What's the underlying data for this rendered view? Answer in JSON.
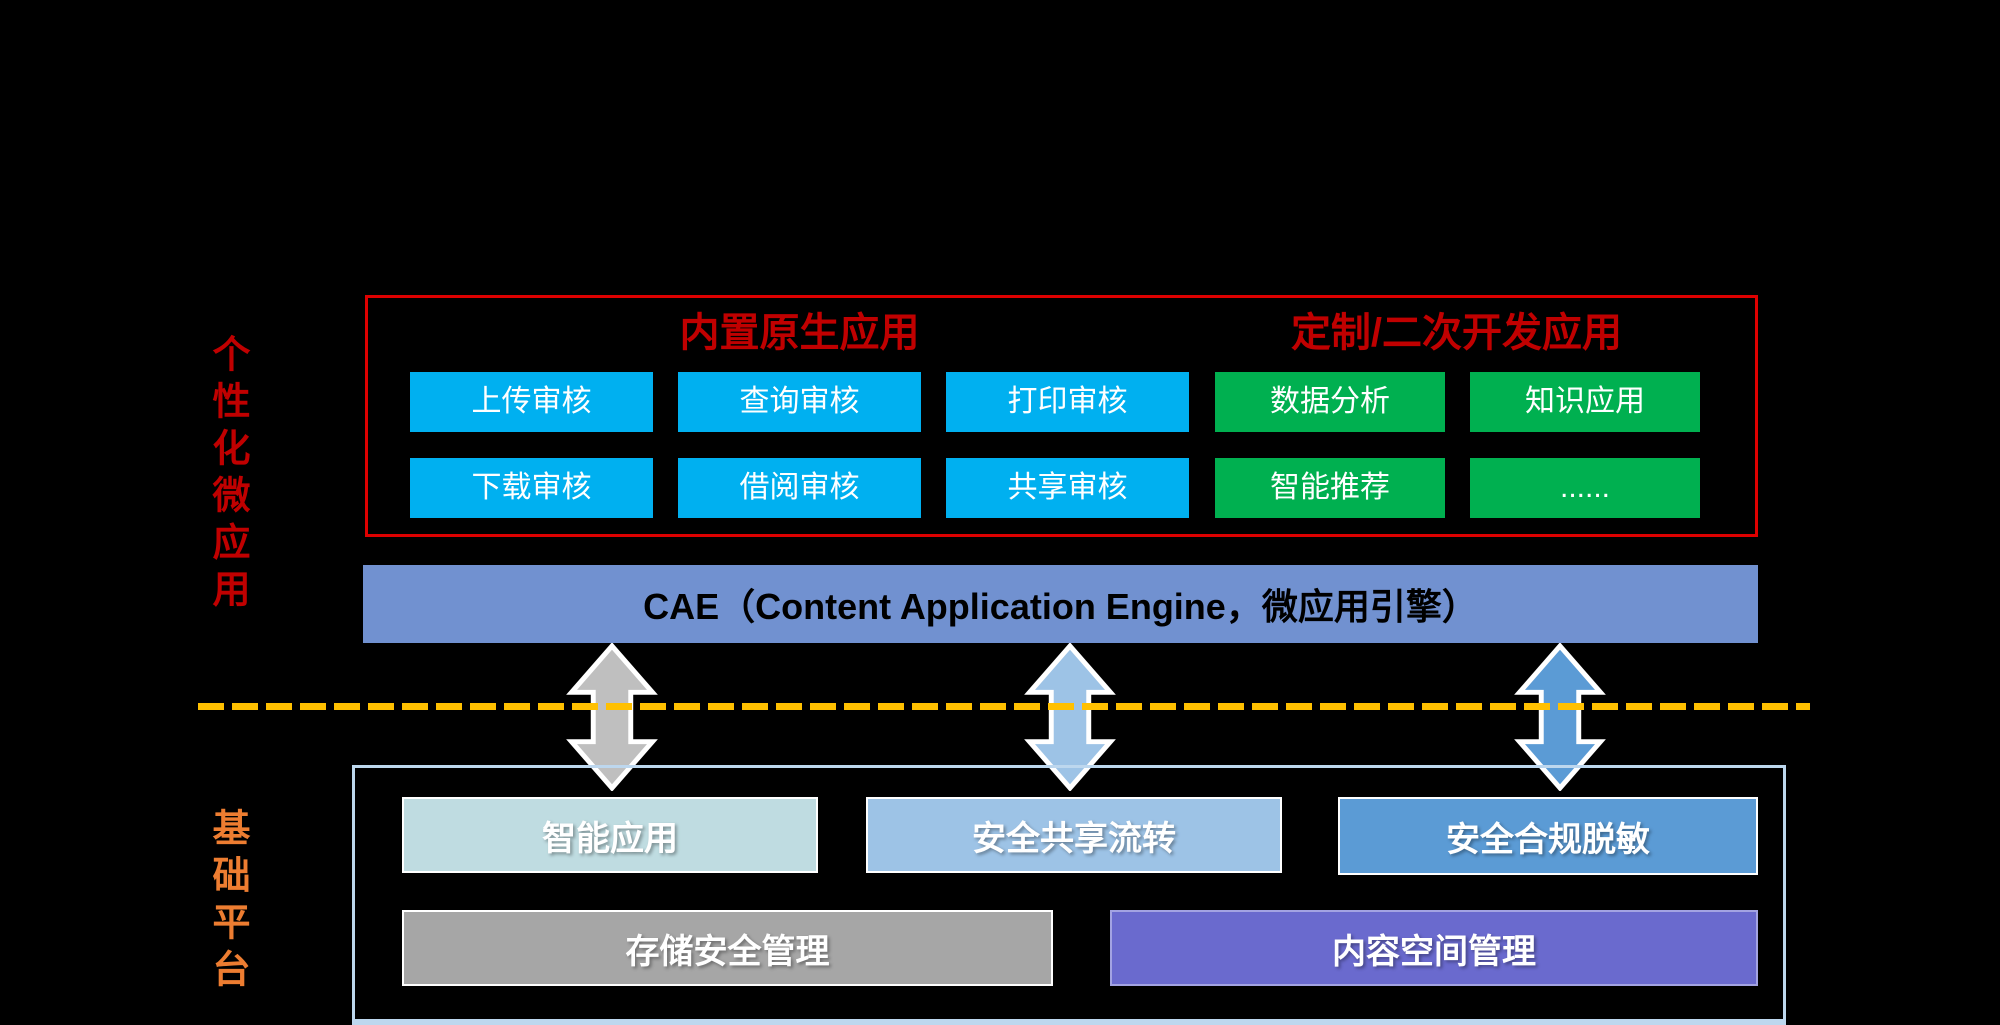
{
  "side_labels": {
    "micro_apps": "个性化微应用",
    "platform": "基础平台"
  },
  "micro_apps": {
    "native_title": "内置原生应用",
    "custom_title": "定制/二次开发应用",
    "native_items": [
      "上传审核",
      "查询审核",
      "打印审核",
      "下载审核",
      "借阅审核",
      "共享审核"
    ],
    "custom_items": [
      "数据分析",
      "知识应用",
      "智能推荐",
      "......"
    ]
  },
  "cae_bar": {
    "label": "CAE（Content Application Engine，微应用引擎）"
  },
  "platform": {
    "row1": [
      "智能应用",
      "安全共享流转",
      "安全合规脱敏"
    ],
    "row2": [
      "存储安全管理",
      "内容空间管理"
    ]
  },
  "icons": {
    "arrow_left": "double-vertical-arrow-gray",
    "arrow_middle": "double-vertical-arrow-light-blue",
    "arrow_right": "double-vertical-arrow-blue"
  },
  "colors": {
    "background": "#000000",
    "red_frame": "#DE0000",
    "red_title": "#C00000",
    "orange_label": "#ED7D31",
    "native_chip": "#00B0F0",
    "custom_chip": "#00B050",
    "cae_bar": "#7191D0",
    "arrow_gray": "#BFBFBF",
    "arrow_light_blue": "#9DC3E6",
    "arrow_blue": "#5B9BD5",
    "dashed_divider": "#FFC000",
    "platform_frame": "#BDD7EE",
    "box_teal": "#BFDCE1",
    "box_light_blue": "#9DC3E6",
    "box_mid_blue": "#5B9BD5",
    "box_gray": "#A6A6A6",
    "box_purple": "#6A6ACE"
  }
}
